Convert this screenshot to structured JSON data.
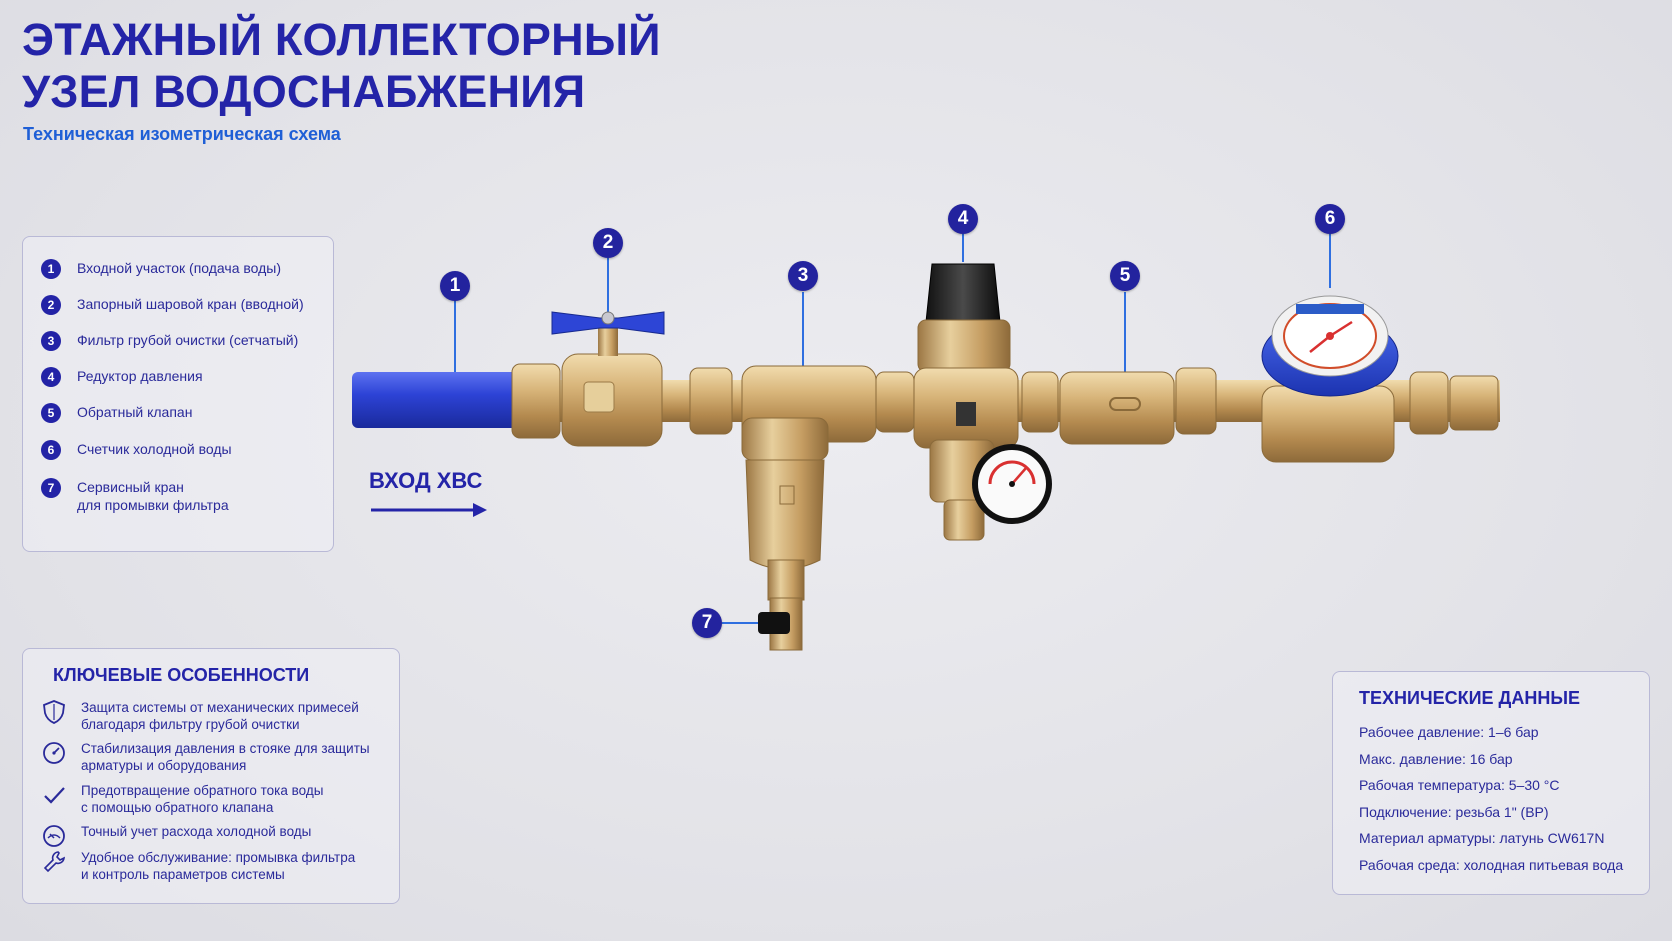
{
  "title": {
    "line1": "ЭТАЖНЫЙ КОЛЛЕКТОРНЫЙ",
    "line2": "УЗЕЛ ВОДОСНАБЖЕНИЯ"
  },
  "subtitle": "Техническая изометрическая схема",
  "legend": [
    {
      "num": "1",
      "text": "Входной участок (подача воды)"
    },
    {
      "num": "2",
      "text": "Запорный шаровой кран (вводной)"
    },
    {
      "num": "3",
      "text": "Фильтр грубой очистки (сетчатый)"
    },
    {
      "num": "4",
      "text": "Редуктор давления"
    },
    {
      "num": "5",
      "text": "Обратный клапан"
    },
    {
      "num": "6",
      "text": "Счетчик холодной воды"
    },
    {
      "num": "7",
      "text": "Сервисный кран\nдля промывки фильтра"
    }
  ],
  "inlet": {
    "label": "ВХОД ХВС"
  },
  "callouts": [
    "1",
    "2",
    "3",
    "4",
    "5",
    "6",
    "7"
  ],
  "features": {
    "title": "КЛЮЧЕВЫЕ ОСОБЕННОСТИ",
    "items": [
      {
        "icon": "shield-icon",
        "text": "Защита системы от механических примесей\nблагодаря фильтру грубой очистки"
      },
      {
        "icon": "gauge-icon",
        "text": "Стабилизация давления в стояке для защиты\nарматуры и оборудования"
      },
      {
        "icon": "checkmark-icon",
        "text": "Предотвращение обратного тока воды\nс помощью обратного клапана"
      },
      {
        "icon": "meter-icon",
        "text": "Точный учет расхода холодной воды"
      },
      {
        "icon": "wrench-icon",
        "text": "Удобное обслуживание: промывка фильтра\nи контроль параметров системы"
      }
    ]
  },
  "tech": {
    "title": "ТЕХНИЧЕСКИЕ ДАННЫЕ",
    "rows": [
      "Рабочее давление: 1–6 бар",
      "Макс. давление: 16 бар",
      "Рабочая температура: 5–30 °C",
      "Подключение: резьба 1\" (ВР)",
      "Материал арматуры: латунь CW617N",
      "Рабочая среда: холодная питьевая вода"
    ]
  },
  "colors": {
    "accent": "#2424a8",
    "subtitle": "#1f5fd6",
    "brass": "#c9a46a",
    "pipe": "#2f45d8",
    "leader": "#2f6fe0"
  }
}
